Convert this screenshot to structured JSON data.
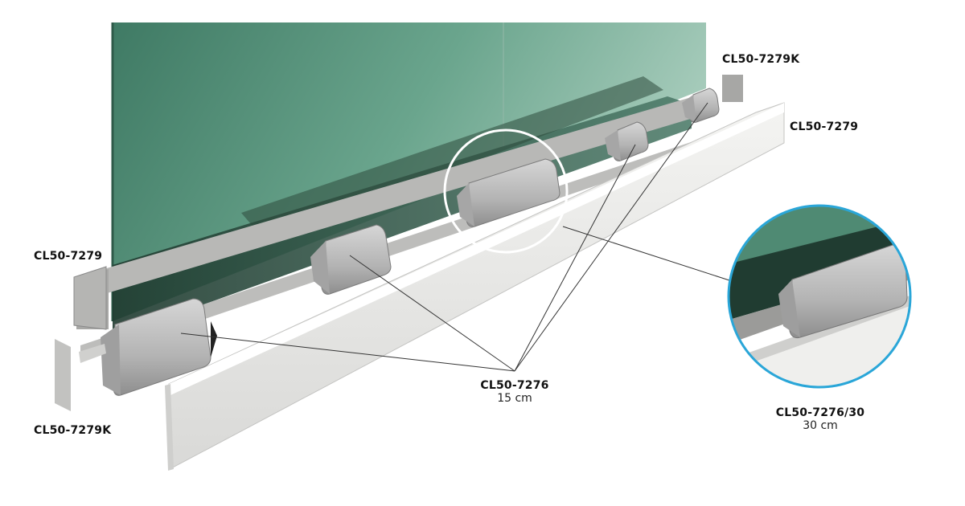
{
  "labels": {
    "end_cap_top": "CL50-7279K",
    "profile_right": "CL50-7279",
    "profile_left": "CL50-7279",
    "end_cap_bottom": "CL50-7279K",
    "clamp_code": "CL50-7276",
    "clamp_size": "15 cm",
    "clamp_long_code": "CL50-7276/30",
    "clamp_long_size": "30 cm"
  },
  "colors": {
    "glass": "#5f9a84",
    "glass_dark": "#2f5546",
    "aluminum": "#c9c9c9",
    "aluminum_light": "#ececea",
    "detail_ring": "#2aa6d8"
  }
}
